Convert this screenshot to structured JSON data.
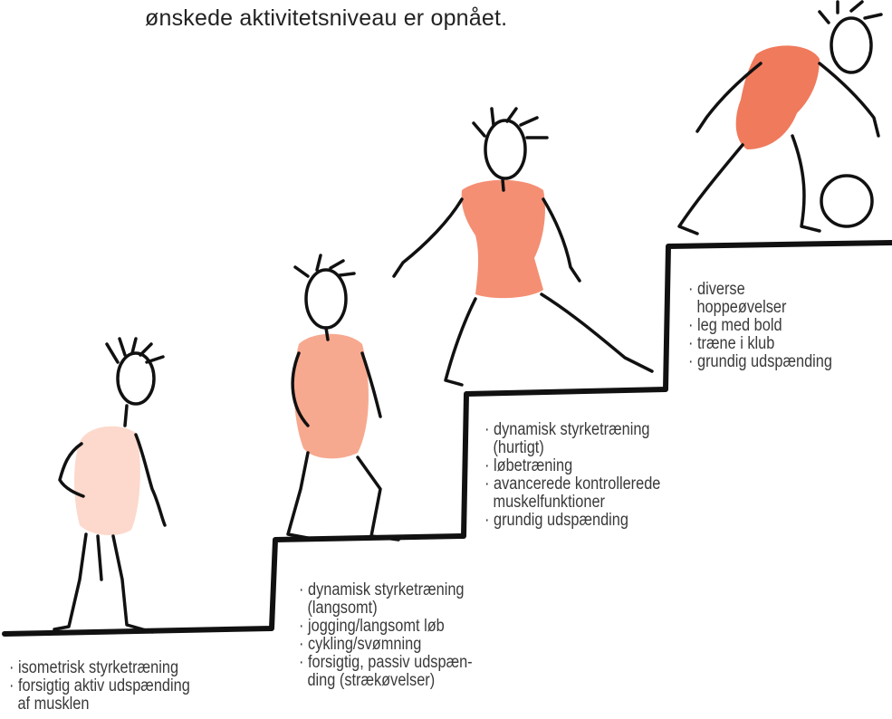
{
  "header_text": "ønskede aktivitetsniveau er opnået.",
  "colors": {
    "line": "#111111",
    "figure_1": "#fcd9cc",
    "figure_2": "#f7a98f",
    "figure_3": "#f48f74",
    "figure_4": "#f07a5c"
  },
  "steps": [
    {
      "items": [
        "isometrisk styrketræning",
        "forsigtig aktiv udspænding\naf musklen"
      ]
    },
    {
      "items": [
        "dynamisk styrketræning\n(langsomt)",
        "jogging/langsomt løb",
        "cykling/svømning",
        "forsigtig, passiv udspæn-\nding (strækøvelser)"
      ]
    },
    {
      "items": [
        "dynamisk styrketræning\n(hurtigt)",
        "løbetræning",
        "avancerede kontrollerede\nmuskelfunktioner",
        "grundig udspænding"
      ]
    },
    {
      "items": [
        "diverse\nhoppeøvelser",
        "leg med bold",
        "træne i klub",
        "grundig udspænding"
      ]
    }
  ]
}
